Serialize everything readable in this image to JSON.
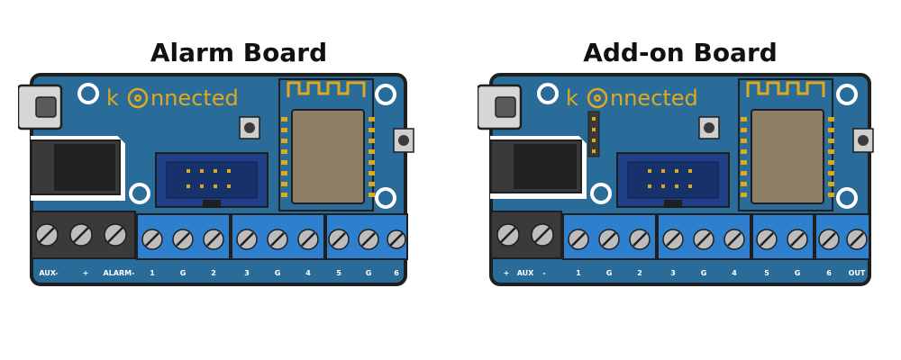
{
  "boards": [
    {
      "title": "Alarm Board",
      "brand": {
        "letter_k": "k",
        "rest": "nnected"
      },
      "black_terminal_labels": [
        "AUX-",
        "+",
        "ALARM-"
      ],
      "blue_terminal_labels": [
        "1",
        "G",
        "2",
        "3",
        "G",
        "4",
        "5",
        "G",
        "6"
      ]
    },
    {
      "title": "Add-on Board",
      "brand": {
        "letter_k": "k",
        "rest": "nnected"
      },
      "black_terminal_labels": [
        "+",
        "AUX",
        "-"
      ],
      "blue_terminal_labels": [
        "1",
        "G",
        "2",
        "3",
        "G",
        "4",
        "5",
        "G",
        "6",
        "OUT"
      ]
    }
  ],
  "colors": {
    "pcb": "#2a6c99",
    "pcb_outline": "#1f1f1f",
    "terminal_blue": "#2f7fcf",
    "terminal_black": "#3a3a3a",
    "gold": "#e0a81c",
    "esp_shield": "#8f7f64",
    "connector_navy": "#1f3f86"
  }
}
